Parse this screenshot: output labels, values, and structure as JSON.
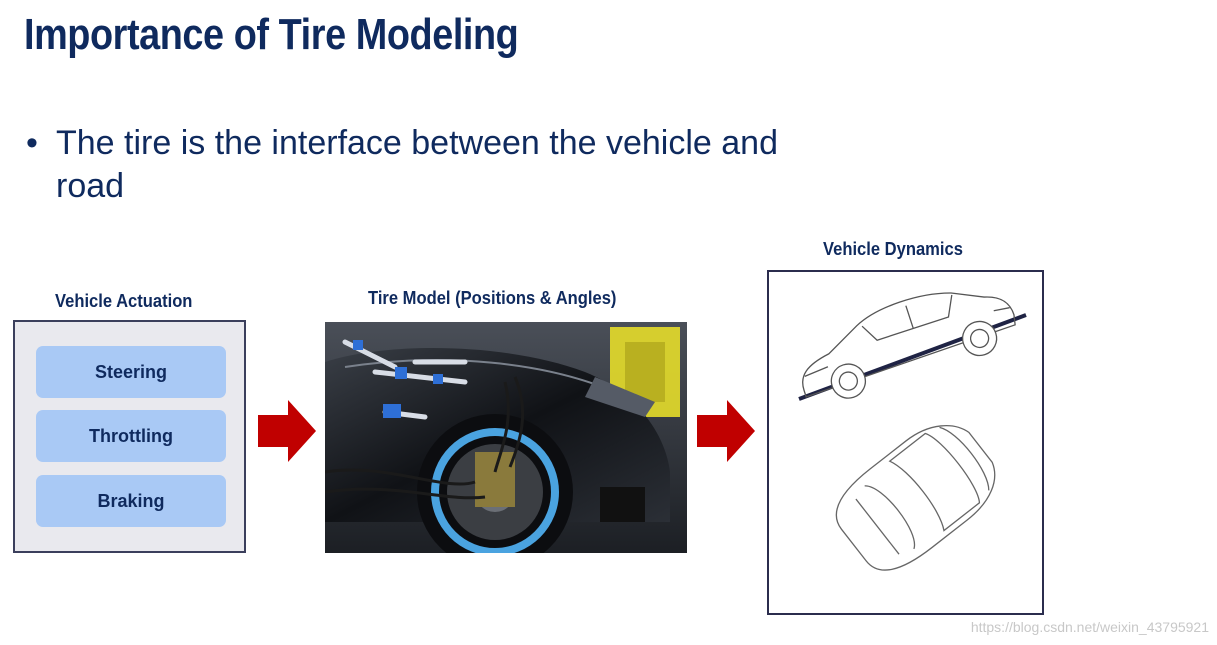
{
  "title": "Importance of Tire Modeling",
  "bullet": {
    "marker": "•",
    "text": "The tire is the interface between the vehicle and road"
  },
  "actuation": {
    "label": "Vehicle Actuation",
    "items": [
      "Steering",
      "Throttling",
      "Braking"
    ]
  },
  "tire_model": {
    "label": "Tire Model (Positions & Angles)"
  },
  "dynamics": {
    "label": "Vehicle Dynamics"
  },
  "watermark": "https://blog.csdn.net/weixin_43795921",
  "colors": {
    "title": "#0f2a5e",
    "arrow": "#c00000",
    "item_fill": "#a9c9f5",
    "box_fill": "#e9e9ee",
    "box_border": "#2b2d4e"
  }
}
